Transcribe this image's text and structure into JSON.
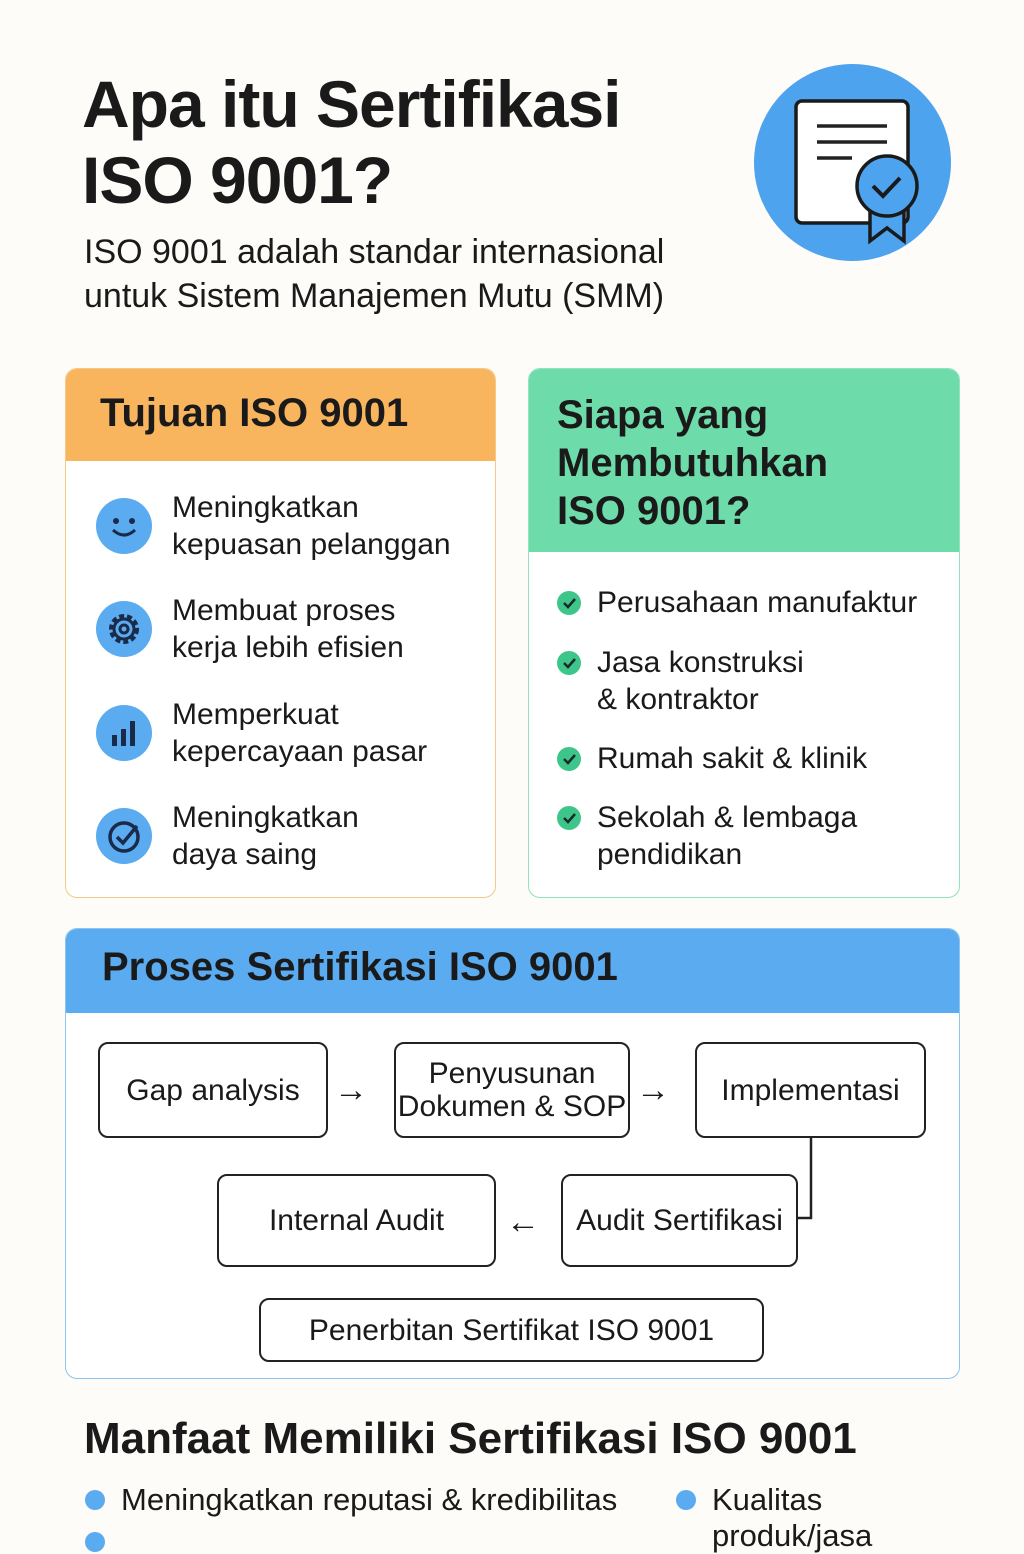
{
  "header": {
    "title_line1": "Apa itu Sertifikasi",
    "title_line2": "ISO 9001?",
    "subtitle_line1": "ISO 9001 adalah standar internasional",
    "subtitle_line2": "untuk Sistem Manajemen Mutu (SMM)",
    "icon": "certificate-icon"
  },
  "tujuan": {
    "title": "Tujuan ISO 9001",
    "items": [
      {
        "icon": "smile-icon",
        "line1": "Meningkatkan",
        "line2": "kepuasan pelanggan"
      },
      {
        "icon": "gear-icon",
        "line1": "Membuat proses",
        "line2": "kerja lebih efisien"
      },
      {
        "icon": "bar-chart-icon",
        "line1": "Memperkuat",
        "line2": "kepercayaan  pasar"
      },
      {
        "icon": "check-circle-icon",
        "line1": "Meningkatkan",
        "line2": "daya saing"
      }
    ]
  },
  "siapa": {
    "title_line1": "Siapa yang",
    "title_line2": "Membutuhkan",
    "title_line3": "ISO 9001?",
    "items": [
      {
        "line1": "Perusahaan manufaktur",
        "line2": ""
      },
      {
        "line1": "Jasa konstruksi",
        "line2": "& kontraktor"
      },
      {
        "line1": "Rumah sakit & klinik",
        "line2": ""
      },
      {
        "line1": "Sekolah & lembaga",
        "line2": "pendidikan"
      }
    ]
  },
  "proses": {
    "title": "Proses Sertifikasi ISO 9001",
    "steps": {
      "gap": "Gap analysis",
      "dok1": "Penyusunan",
      "dok2": "Dokumen & SOP",
      "impl": "Implementasi",
      "audit_sert": "Audit Sertifikasi",
      "internal": "Internal Audit",
      "terbit": "Penerbitan Sertifikat ISO 9001"
    },
    "arrow_right": "→",
    "arrow_left": "←"
  },
  "manfaat": {
    "title": "Manfaat Memiliki Sertifikasi ISO 9001",
    "items": [
      {
        "line1": "Meningkatkan reputasi & kredibilitas"
      },
      {
        "line1": "Kualitas",
        "line2": "produk/jasa"
      }
    ]
  }
}
